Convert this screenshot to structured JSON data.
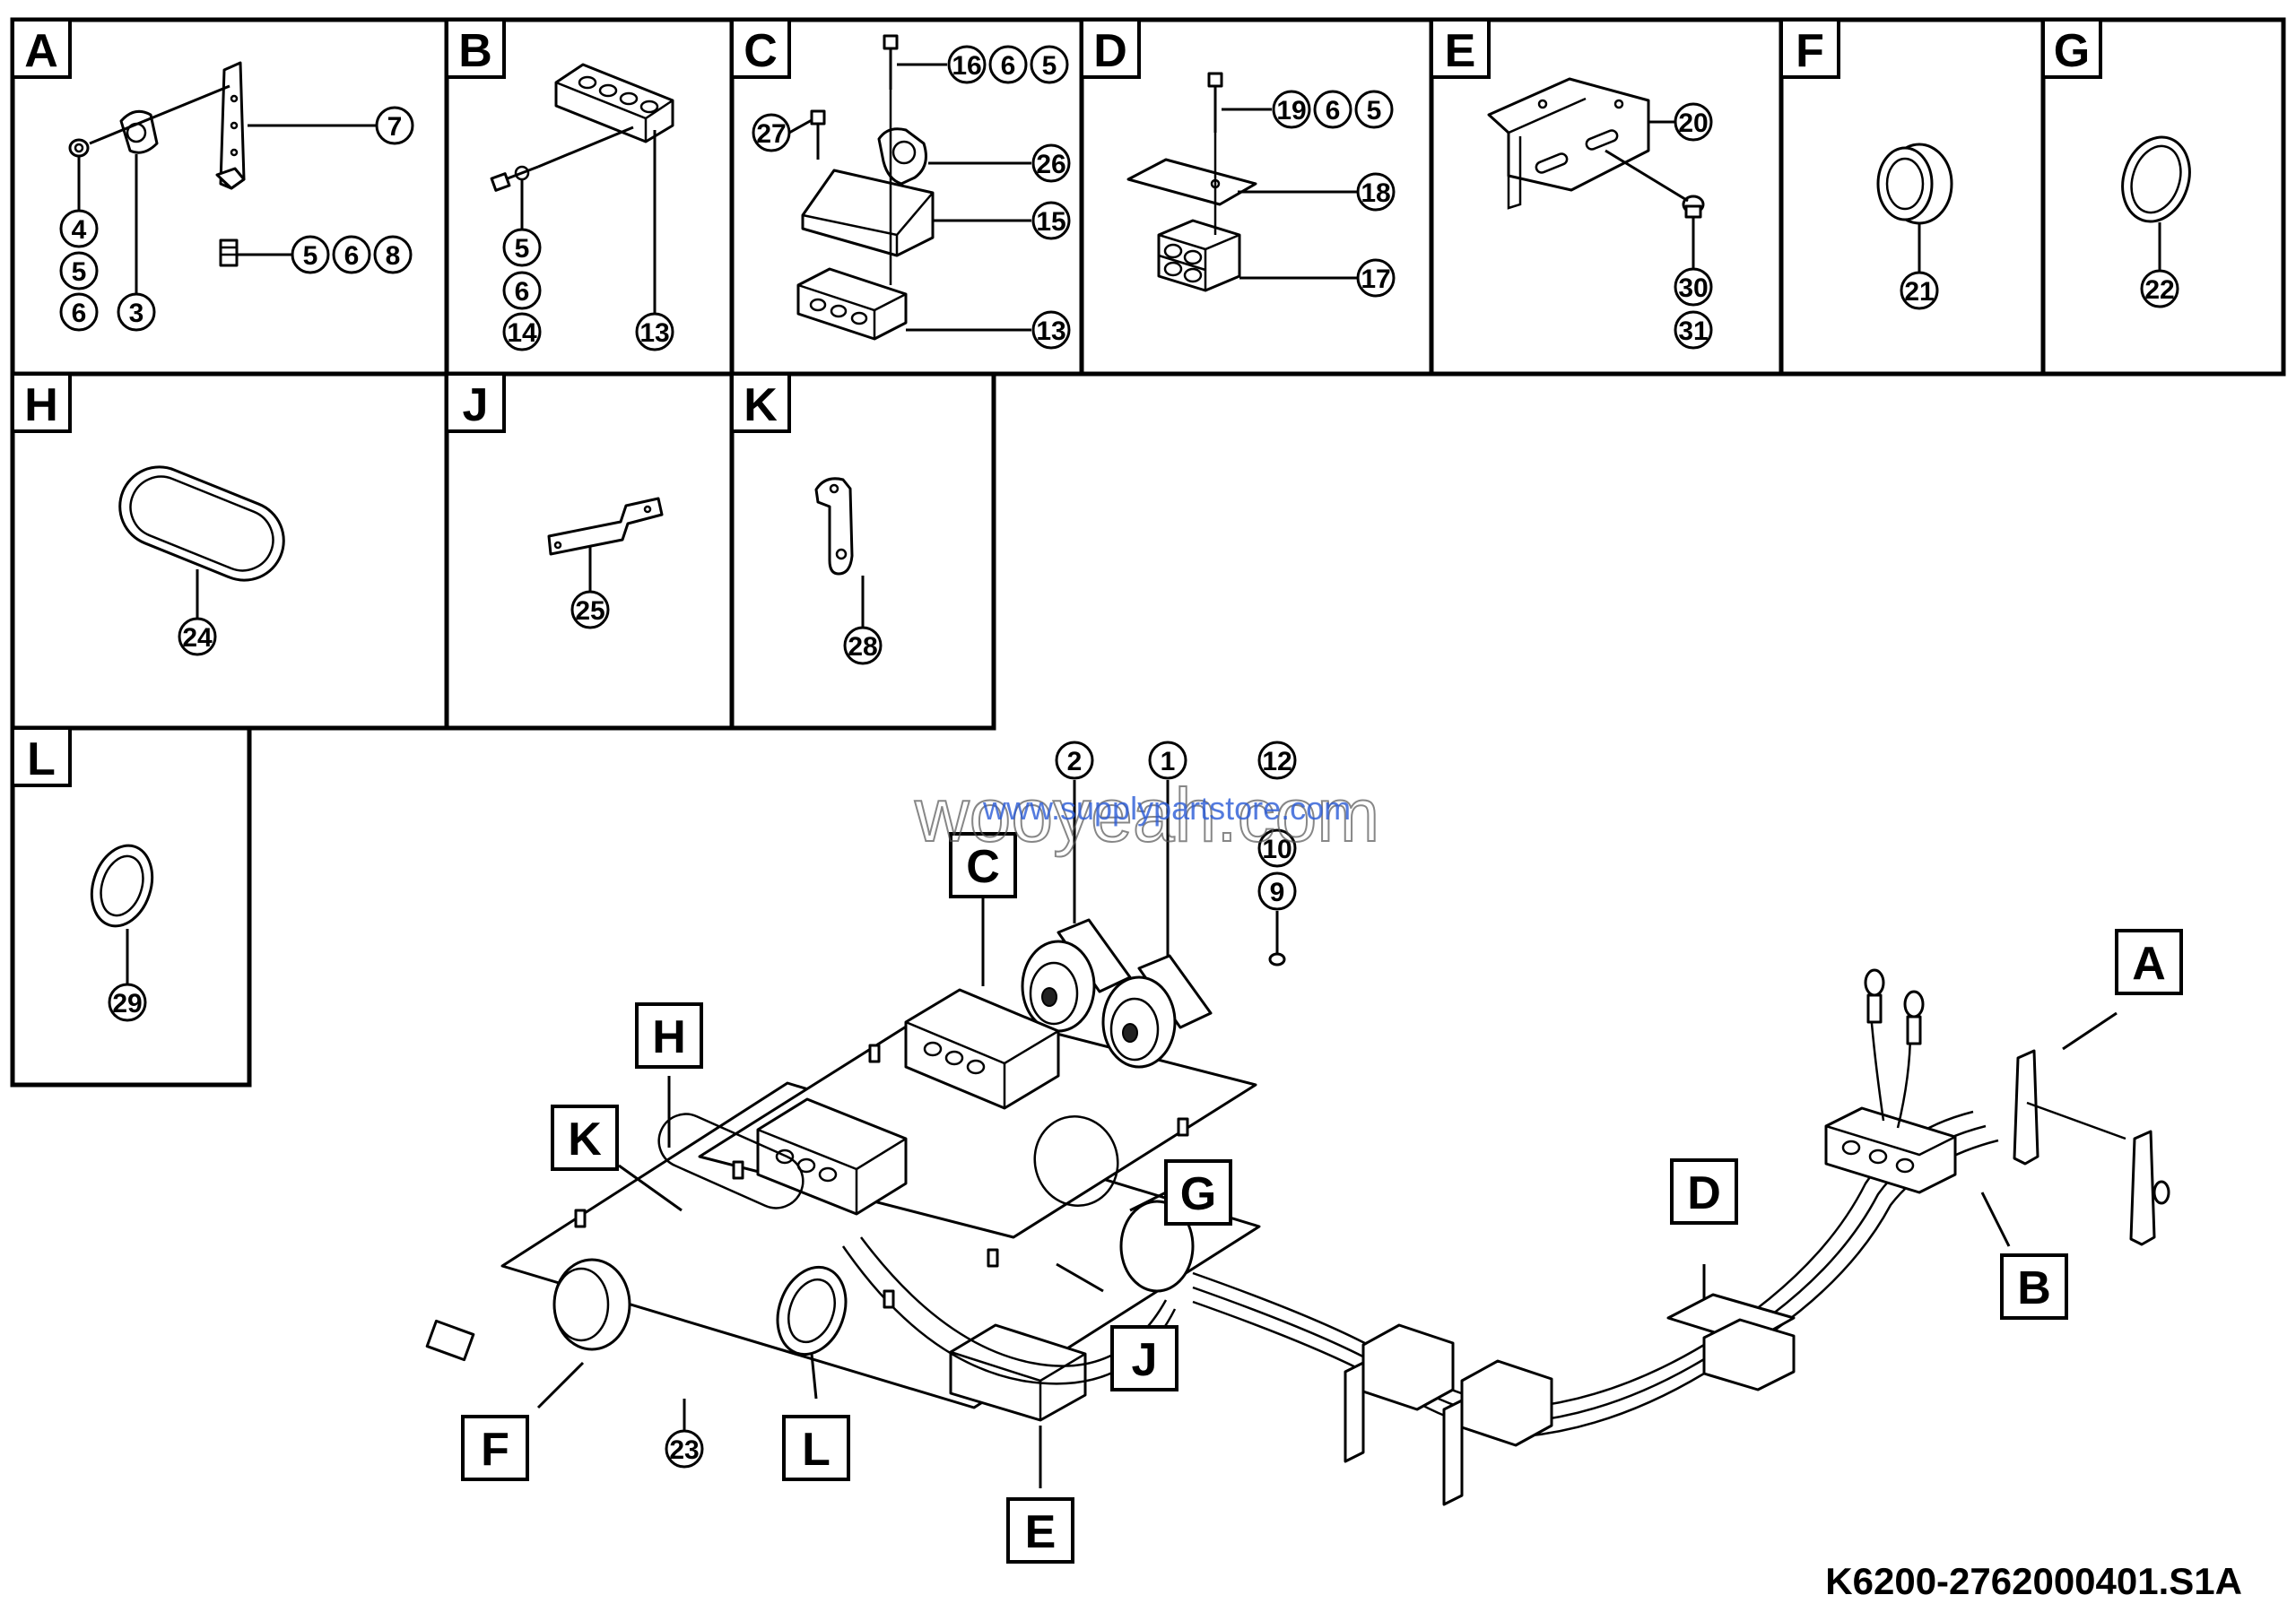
{
  "panels": [
    {
      "letter": "A"
    },
    {
      "letter": "B"
    },
    {
      "letter": "C"
    },
    {
      "letter": "D"
    },
    {
      "letter": "E"
    },
    {
      "letter": "F"
    },
    {
      "letter": "G"
    },
    {
      "letter": "H"
    },
    {
      "letter": "J"
    },
    {
      "letter": "K"
    },
    {
      "letter": "L"
    }
  ],
  "callouts": {
    "a": [
      "7",
      "4",
      "5",
      "6",
      "3",
      "5",
      "6",
      "8"
    ],
    "b": [
      "5",
      "6",
      "14",
      "13"
    ],
    "c": [
      "16",
      "6",
      "5",
      "27",
      "26",
      "15",
      "13"
    ],
    "d": [
      "19",
      "6",
      "5",
      "18",
      "17"
    ],
    "e": [
      "20",
      "30",
      "31"
    ],
    "f": [
      "21"
    ],
    "g": [
      "22"
    ],
    "h": [
      "24"
    ],
    "j": [
      "25"
    ],
    "k": [
      "28"
    ],
    "l": [
      "29"
    ],
    "main": [
      "2",
      "1",
      "12",
      "10",
      "9",
      "23"
    ]
  },
  "main_labels": [
    "C",
    "H",
    "K",
    "G",
    "J",
    "F",
    "L",
    "E",
    "D",
    "A",
    "B"
  ],
  "watermark": {
    "primary": "wooyeah.com",
    "secondary": "www.supplypartstore.com"
  },
  "drawing_code": "K6200-2762000401.S1A"
}
